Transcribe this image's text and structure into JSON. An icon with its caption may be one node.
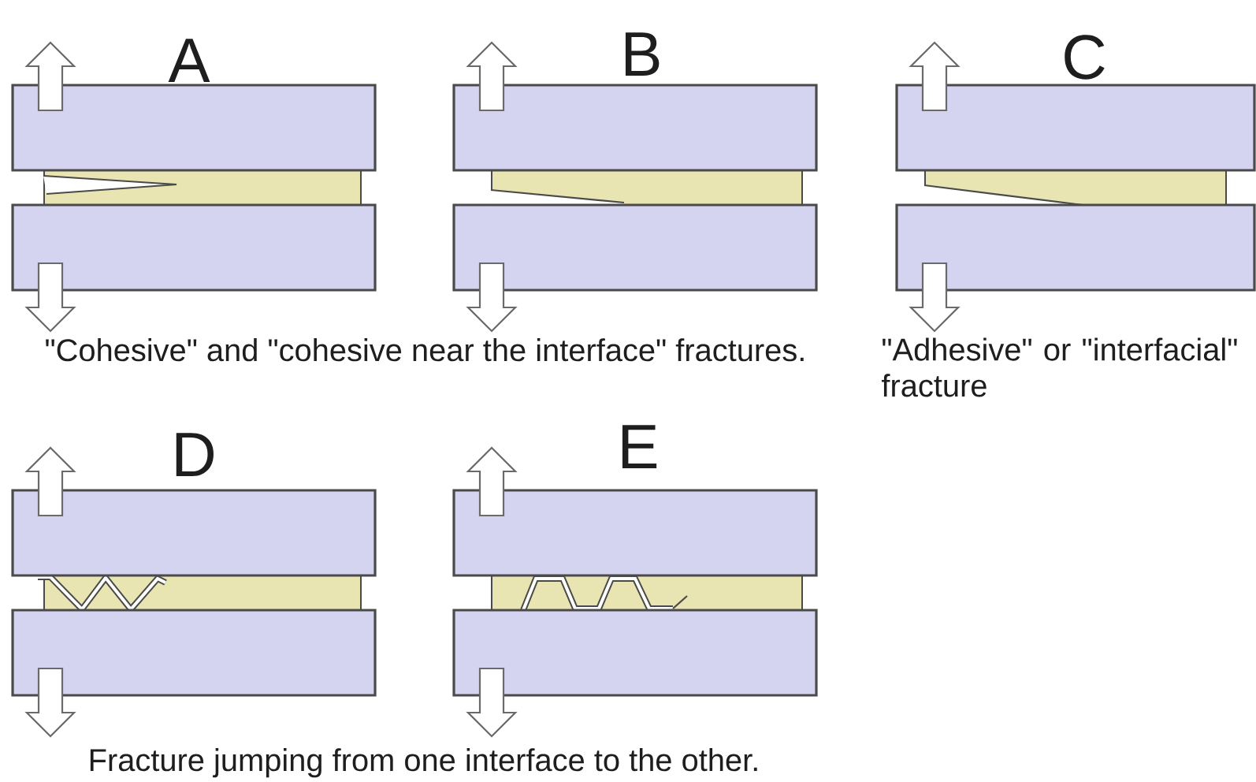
{
  "diagram": {
    "labels": [
      "A",
      "B",
      "C",
      "\"Cohesive\" and \"cohesive near the interface\" fractures.",
      "\"Adhesive\" or \"interfacial\" fracture",
      "D",
      "E",
      "Fracture jumping from one interface to the other."
    ]
  }
}
